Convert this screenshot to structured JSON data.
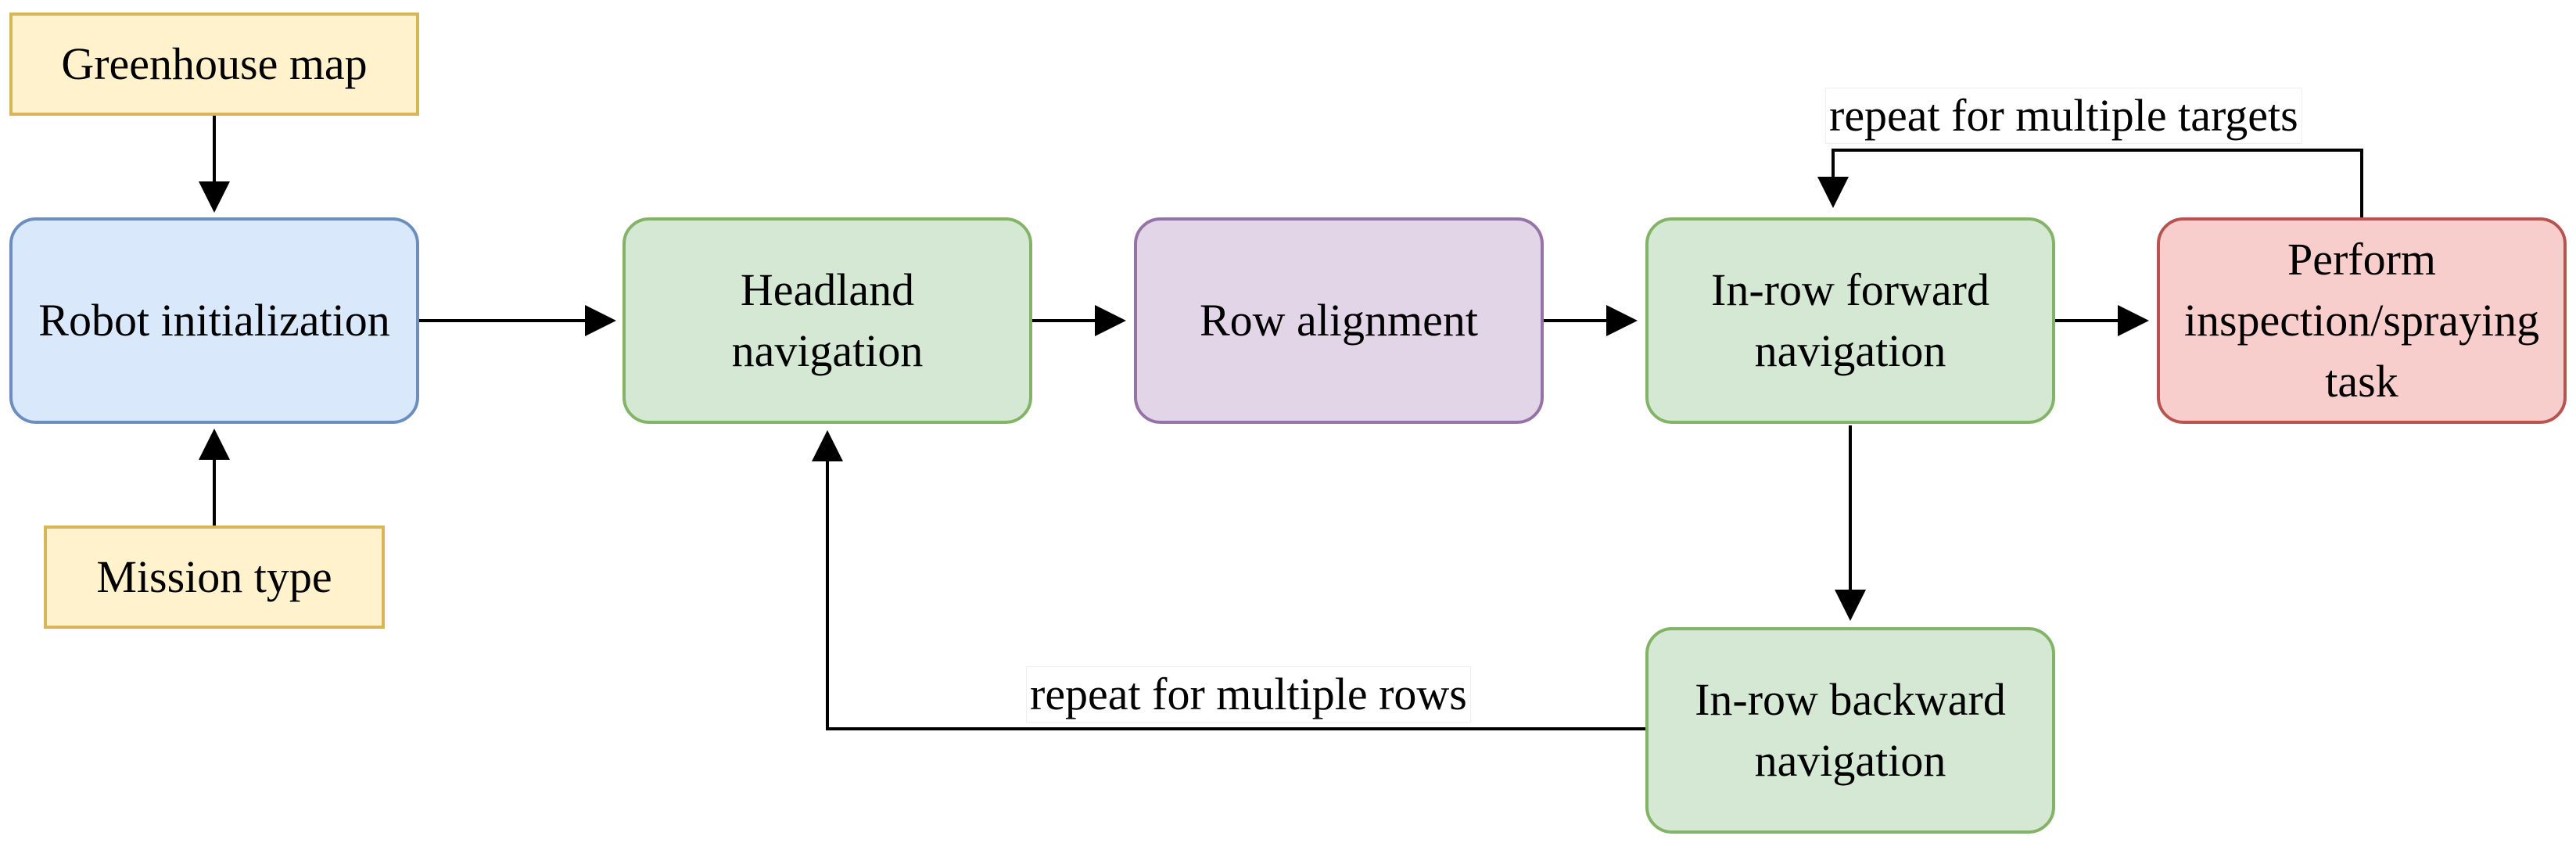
{
  "colors": {
    "input_fill": "#fff2cc",
    "input_stroke": "#d6b656",
    "init_fill": "#dae8fc",
    "init_stroke": "#6c8ebf",
    "nav_fill": "#d5e8d4",
    "nav_stroke": "#82b366",
    "align_fill": "#e1d5e7",
    "align_stroke": "#9673a6",
    "task_fill": "#f8cecc",
    "task_stroke": "#b85450",
    "edge": "#000000"
  },
  "nodes": {
    "greenhouse_map": {
      "label": "Greenhouse map"
    },
    "mission_type": {
      "label": "Mission type"
    },
    "robot_init": {
      "label": "Robot initialization"
    },
    "headland_nav": {
      "line1": "Headland",
      "line2": "navigation"
    },
    "row_alignment": {
      "label": "Row alignment"
    },
    "inrow_forward": {
      "line1": "In-row forward",
      "line2": "navigation"
    },
    "perform_task": {
      "line1": "Perform",
      "line2": "inspection/spraying",
      "line3": "task"
    },
    "inrow_backward": {
      "line1": "In-row backward",
      "line2": "navigation"
    }
  },
  "edge_labels": {
    "repeat_targets": "repeat for multiple targets",
    "repeat_rows": "repeat for multiple rows"
  }
}
